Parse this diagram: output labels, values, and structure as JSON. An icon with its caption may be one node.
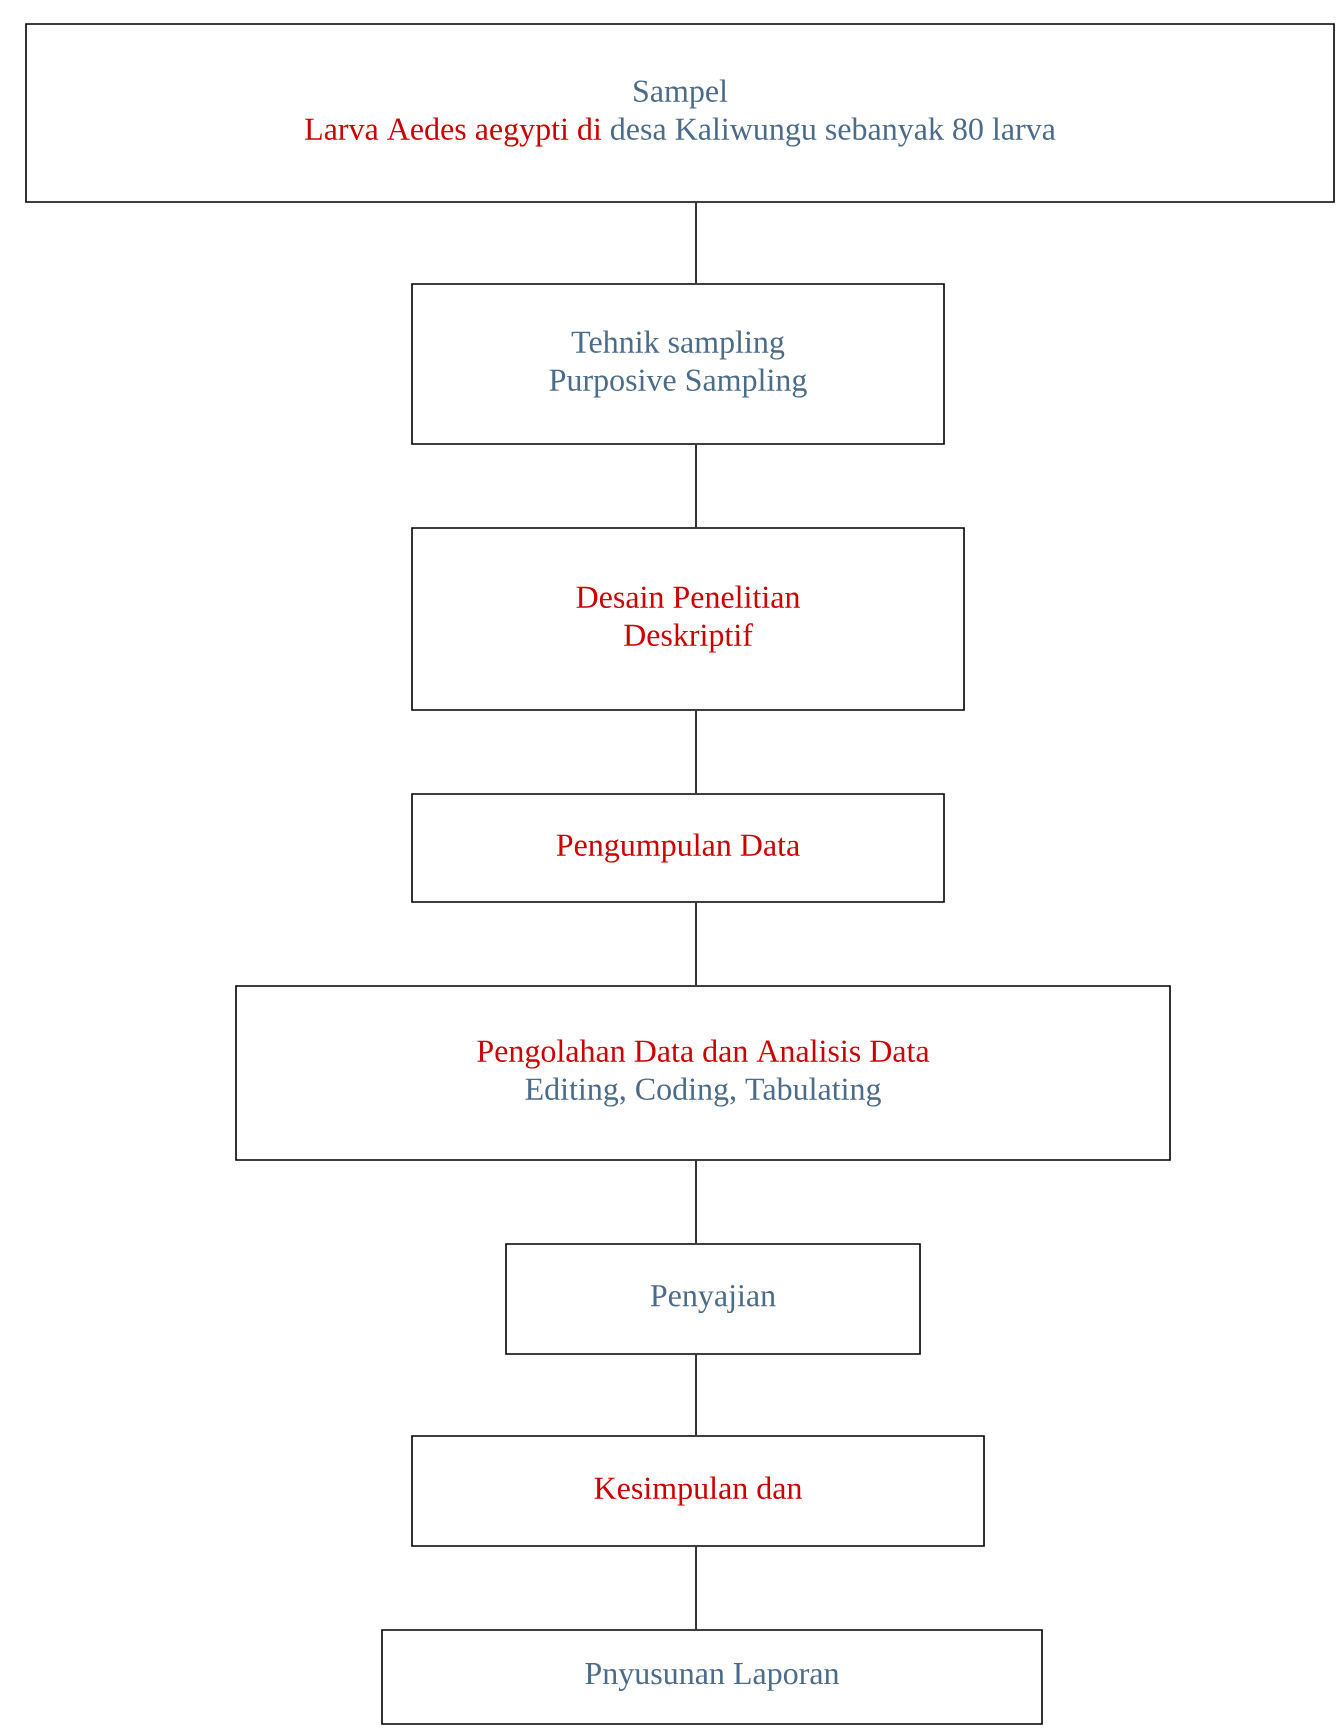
{
  "diagram": {
    "nodes": [
      {
        "text": [
          "Sampel",
          "Larva Aedes aegypti di",
          "desa Kaliwungu sebanyak 80 larva"
        ]
      },
      {
        "text": [
          "Tehnik sampling",
          "Purposive Sampling"
        ]
      },
      {
        "text": [
          "Desain Penelitian",
          "Deskriptif"
        ]
      },
      {
        "text": [
          "Pengumpulan Data"
        ]
      },
      {
        "text": [
          "Pengolahan Data dan Analisis Data",
          "Editing, Coding, Tabulating"
        ]
      },
      {
        "text": [
          "Penyajian"
        ]
      },
      {
        "text": [
          "Kesimpulan dan"
        ]
      },
      {
        "text": [
          "Pnyusunan Laporan"
        ]
      }
    ],
    "edges": [
      {
        "from": 0,
        "to": 1,
        "arrow": "none"
      },
      {
        "from": 1,
        "to": 2,
        "arrow": "none"
      },
      {
        "from": 2,
        "to": 3,
        "arrow": "none"
      },
      {
        "from": 3,
        "to": 4,
        "arrow": "none"
      },
      {
        "from": 4,
        "to": 5,
        "arrow": "none"
      },
      {
        "from": 5,
        "to": 6,
        "arrow": "none"
      },
      {
        "from": 6,
        "to": 7,
        "arrow": "none"
      }
    ]
  }
}
